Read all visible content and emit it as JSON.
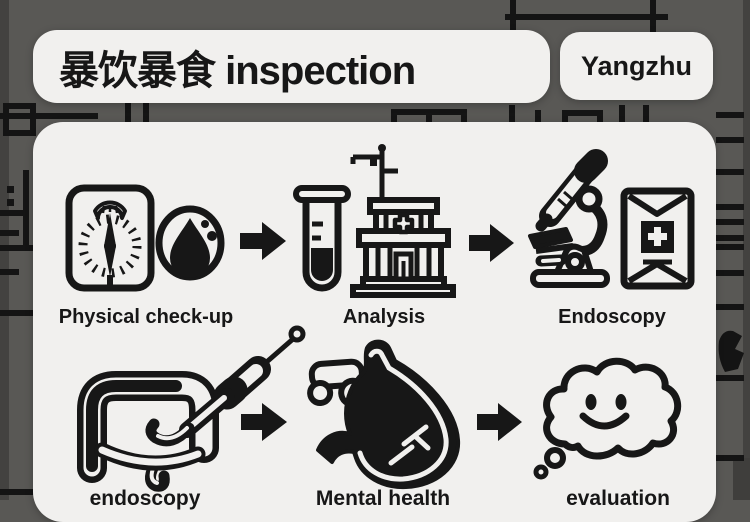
{
  "title_card": {
    "title": "暴饮暴食 inspection"
  },
  "author_card": {
    "name": "Yangzhu"
  },
  "flow": {
    "row1": [
      {
        "label": "Physical check-up",
        "icons": [
          "weight-scale-icon",
          "blood-drop-icon"
        ]
      },
      {
        "label": "Analysis",
        "icons": [
          "test-tube-icon",
          "hospital-icon"
        ]
      },
      {
        "label": "Endoscopy",
        "icons": [
          "microscope-icon",
          "medical-envelope-icon"
        ]
      }
    ],
    "row2": [
      {
        "label": "endoscopy",
        "icons": [
          "intestine-icon",
          "endoscope-probe-icon"
        ]
      },
      {
        "label": "Mental health",
        "icons": [
          "pill-capsule-icon",
          "stomach-icon"
        ]
      },
      {
        "label": "evaluation",
        "icons": [
          "thought-cloud-smiley-icon"
        ]
      }
    ],
    "arrow_glyph": "➡",
    "arrow_count": 4
  },
  "colors": {
    "background": "#595855",
    "panel": "#f1f0ee",
    "ink": "#171717",
    "edge_band": "#434240"
  }
}
